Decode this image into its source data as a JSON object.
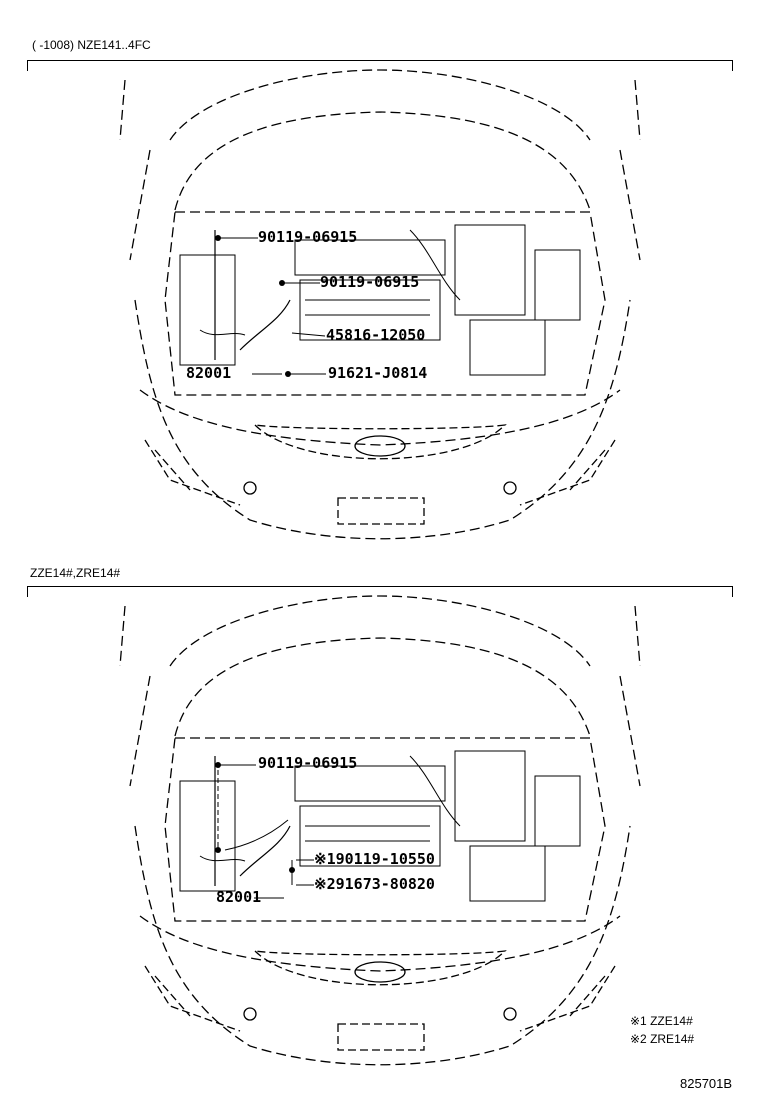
{
  "section1": {
    "header": "(      -1008) NZE141..4FC",
    "labels": {
      "p1": "90119-06915",
      "p2": "90119-06915",
      "p3": "45816-12050",
      "p4": "82001",
      "p5": "91621-J0814"
    }
  },
  "section2": {
    "header": "ZZE14#,ZRE14#",
    "labels": {
      "p1": "90119-06915",
      "p2": "※190119-10550",
      "p3": "※291673-80820",
      "p4": "82001"
    }
  },
  "notes": {
    "n1": "※1 ZZE14#",
    "n2": "※2 ZRE14#"
  },
  "diagram_code": "825701B"
}
